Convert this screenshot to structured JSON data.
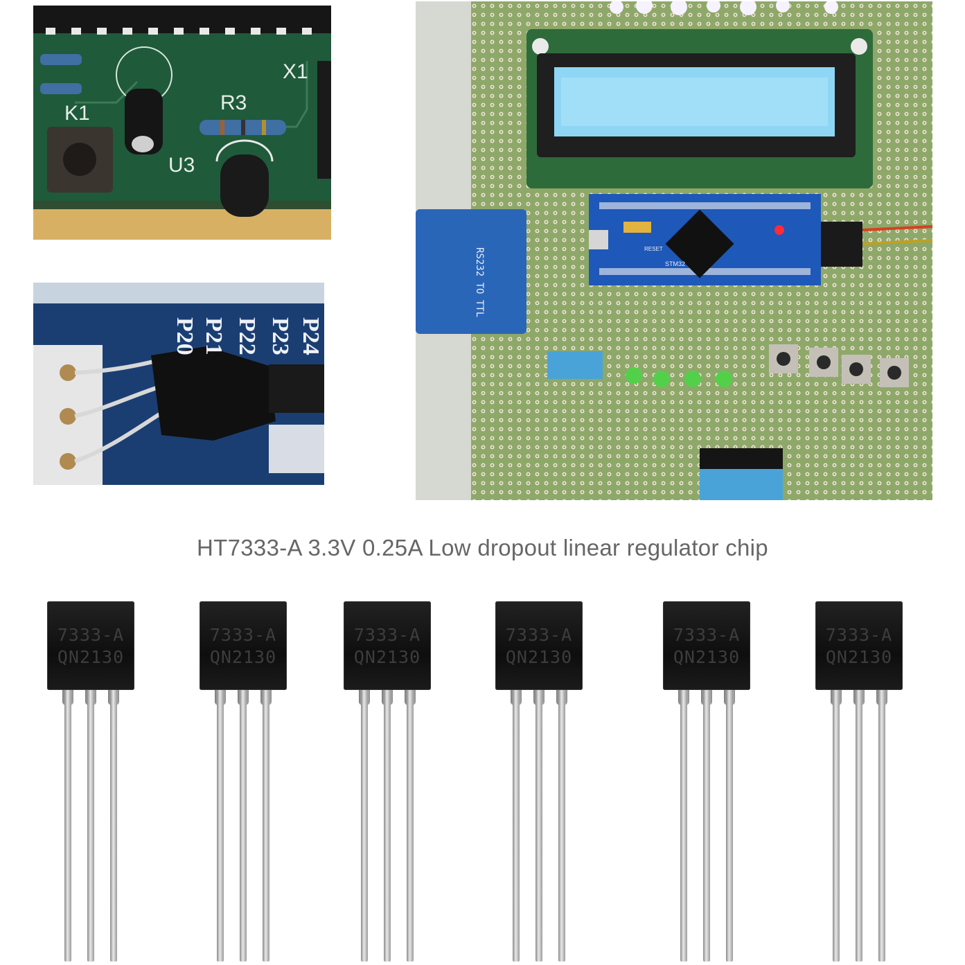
{
  "caption": "HT7333-A 3.3V 0.25A Low dropout linear regulator chip",
  "photos": {
    "top_left": {
      "labels": [
        "K1",
        "R3",
        "U3",
        "X1"
      ]
    },
    "mid_left": {
      "labels": [
        "P20",
        "P21",
        "P22",
        "P23",
        "P24"
      ]
    },
    "right": {
      "labels": [
        "RS232 TO TTL",
        "STM32",
        "RESET"
      ]
    }
  },
  "chips": [
    {
      "line1": "7333-A",
      "line2": "QN2130"
    },
    {
      "line1": "7333-A",
      "line2": "QN2130"
    },
    {
      "line1": "7333-A",
      "line2": "QN2130"
    },
    {
      "line1": "7333-A",
      "line2": "QN2130"
    },
    {
      "line1": "7333-A",
      "line2": "QN2130"
    },
    {
      "line1": "7333-A",
      "line2": "QN2130"
    }
  ]
}
